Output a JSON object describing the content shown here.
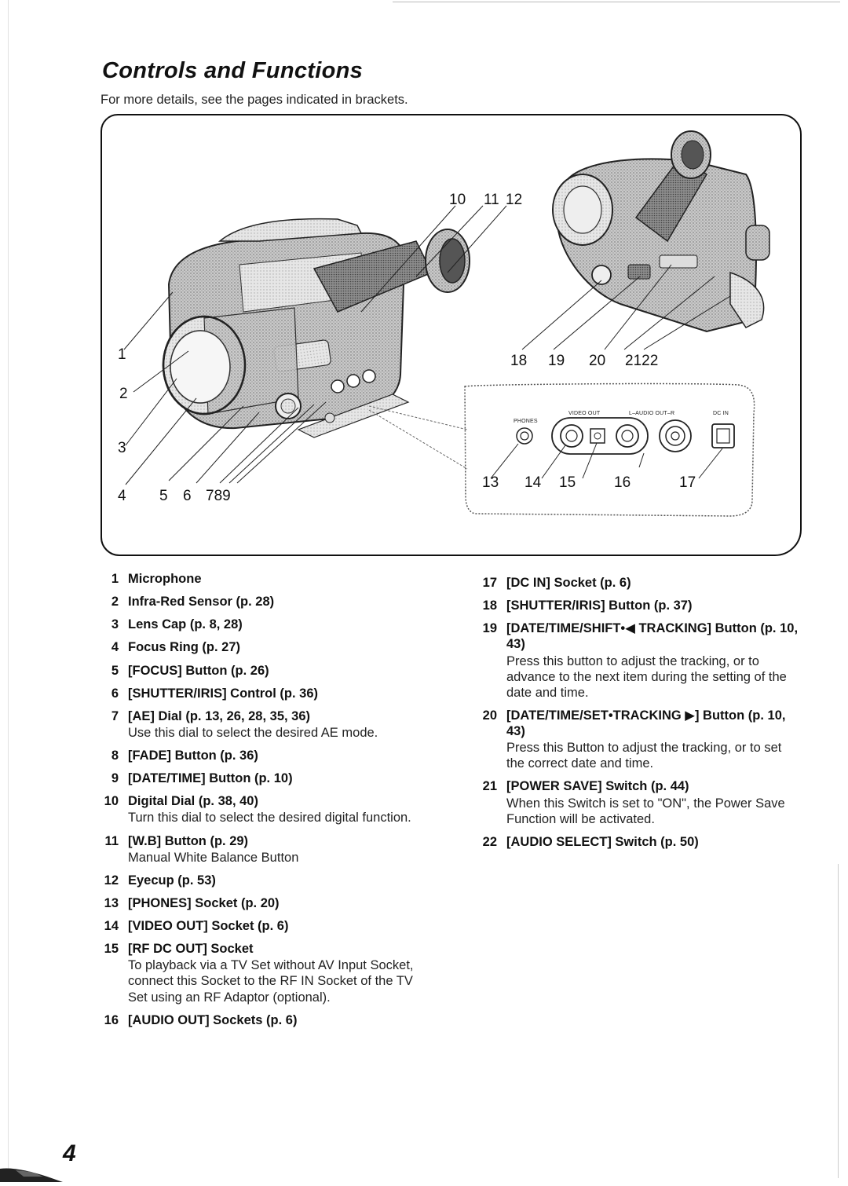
{
  "header": {
    "title": "Controls and Functions",
    "subtitle": "For more details, see the pages indicated in brackets."
  },
  "figure": {
    "callouts": {
      "c1": "1",
      "c2": "2",
      "c3": "3",
      "c4": "4",
      "c5": "5",
      "c6": "6",
      "c789": "789",
      "c10": "10",
      "c11": "11",
      "c12": "12",
      "c13": "13",
      "c14": "14",
      "c15": "15",
      "c16": "16",
      "c17": "17",
      "c18": "18",
      "c19": "19",
      "c20": "20",
      "c2122": "2122"
    },
    "jack_labels": {
      "phones": "PHONES",
      "video_out": "VIDEO OUT",
      "audio_out": "L–AUDIO OUT–R",
      "dc_in": "DC IN"
    }
  },
  "items_left": [
    {
      "num": "1",
      "label": "Microphone",
      "desc": ""
    },
    {
      "num": "2",
      "label": "Infra-Red Sensor (p. 28)",
      "desc": ""
    },
    {
      "num": "3",
      "label": "Lens Cap (p. 8, 28)",
      "desc": ""
    },
    {
      "num": "4",
      "label": "Focus Ring (p. 27)",
      "desc": ""
    },
    {
      "num": "5",
      "label": "[FOCUS] Button (p. 26)",
      "desc": ""
    },
    {
      "num": "6",
      "label": "[SHUTTER/IRIS] Control (p. 36)",
      "desc": ""
    },
    {
      "num": "7",
      "label": "[AE] Dial (p. 13, 26, 28, 35, 36)",
      "desc": "Use this dial to select the desired AE mode."
    },
    {
      "num": "8",
      "label": "[FADE] Button (p. 36)",
      "desc": ""
    },
    {
      "num": "9",
      "label": "[DATE/TIME] Button (p. 10)",
      "desc": ""
    },
    {
      "num": "10",
      "label": "Digital Dial (p. 38, 40)",
      "desc": "Turn this dial to select the desired digital function."
    },
    {
      "num": "11",
      "label": "[W.B] Button (p. 29)",
      "desc": "Manual White Balance Button"
    },
    {
      "num": "12",
      "label": "Eyecup (p. 53)",
      "desc": ""
    },
    {
      "num": "13",
      "label": "[PHONES] Socket (p. 20)",
      "desc": ""
    },
    {
      "num": "14",
      "label": "[VIDEO OUT] Socket (p. 6)",
      "desc": ""
    },
    {
      "num": "15",
      "label": "[RF DC OUT] Socket",
      "desc": "To playback via a TV Set without AV Input Socket, connect this Socket to the RF IN Socket of the TV Set using an RF Adaptor (optional)."
    },
    {
      "num": "16",
      "label": "[AUDIO OUT] Sockets (p. 6)",
      "desc": ""
    }
  ],
  "items_right": [
    {
      "num": "17",
      "label": "[DC IN] Socket (p. 6)",
      "desc": ""
    },
    {
      "num": "18",
      "label": "[SHUTTER/IRIS] Button (p. 37)",
      "desc": ""
    },
    {
      "num": "19",
      "label": "[DATE/TIME/SHIFT•◀ TRACKING] Button (p. 10, 43)",
      "desc": "Press this button to adjust the tracking, or to advance to the next item during the setting of the date and time."
    },
    {
      "num": "20",
      "label": "[DATE/TIME/SET•TRACKING ▶] Button (p. 10, 43)",
      "desc": "Press this Button to adjust the tracking, or to set the correct date and time."
    },
    {
      "num": "21",
      "label": "[POWER SAVE] Switch (p. 44)",
      "desc": "When this Switch is set to \"ON\", the Power Save Function will be activated."
    },
    {
      "num": "22",
      "label": "[AUDIO SELECT] Switch (p. 50)",
      "desc": ""
    }
  ],
  "footer": {
    "page_number": "4"
  }
}
